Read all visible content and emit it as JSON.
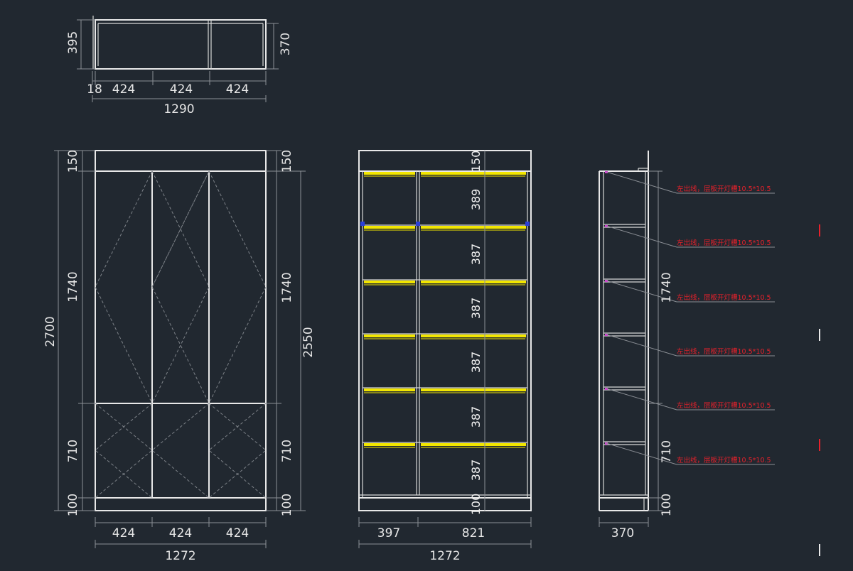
{
  "plan_view": {
    "dims": {
      "depth_left": "395",
      "depth_right": "370",
      "side_panel": "18",
      "bay_1": "424",
      "bay_2": "424",
      "bay_3": "424",
      "total_width": "1290"
    }
  },
  "front_view": {
    "dims": {
      "top_left": "150",
      "upper_left": "1740",
      "lower_left": "710",
      "base_left": "100",
      "overall_height": "2700",
      "top_right": "150",
      "upper_right": "1740",
      "lower_right": "710",
      "base_right": "100",
      "inner_height": "2550",
      "bay_1": "424",
      "bay_2": "424",
      "bay_3": "424",
      "total_width": "1272"
    }
  },
  "inner_view": {
    "dims": {
      "top": "150",
      "shelf_1": "389",
      "shelf_2": "387",
      "shelf_3": "387",
      "shelf_4": "387",
      "shelf_5": "387",
      "shelf_6": "387",
      "base": "100",
      "left_bay": "397",
      "right_bay": "821",
      "total_width": "1272"
    }
  },
  "side_view": {
    "dims": {
      "upper": "1740",
      "lower": "710",
      "base": "100",
      "depth": "370"
    },
    "notes": [
      "左出线，层板开灯槽10.5*10.5",
      "左出线，层板开灯槽10.5*10.5",
      "左出线，层板开灯槽10.5*10.5",
      "左出线，层板开灯槽10.5*10.5",
      "左出线，层板开灯槽10.5*10.5",
      "左出线，层板开灯槽10.5*10.5"
    ]
  },
  "colors": {
    "background": "#212830",
    "line": "#e8e8e8",
    "dimension": "#8c9096",
    "led_strip": "#f2e600",
    "annotation": "#e8212b"
  }
}
